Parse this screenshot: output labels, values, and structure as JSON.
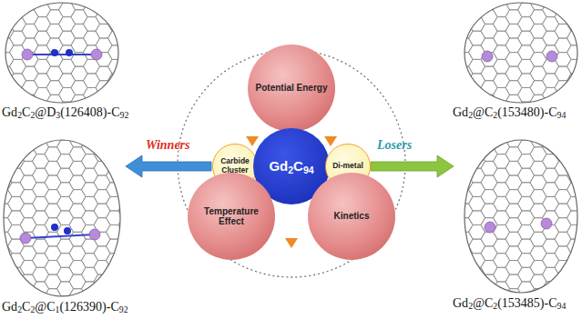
{
  "diagram": {
    "nodes": [
      {
        "text": [
          "Potential Energy"
        ]
      },
      {
        "text": [
          "Carbide Cluster"
        ]
      },
      {
        "text": [
          "Gd2C94"
        ]
      },
      {
        "text": [
          "Di-metal"
        ]
      },
      {
        "text": [
          "Temperature Effect"
        ]
      },
      {
        "text": [
          "Kinetics"
        ]
      }
    ],
    "labels": [
      "Gd2C2@D3(126408)-C92",
      "Gd2C2@C1(126390)-C92",
      "Gd2@C2(153480)-C94",
      "Gd2@C2(153485)-C94",
      "Winners",
      "Losers"
    ]
  }
}
